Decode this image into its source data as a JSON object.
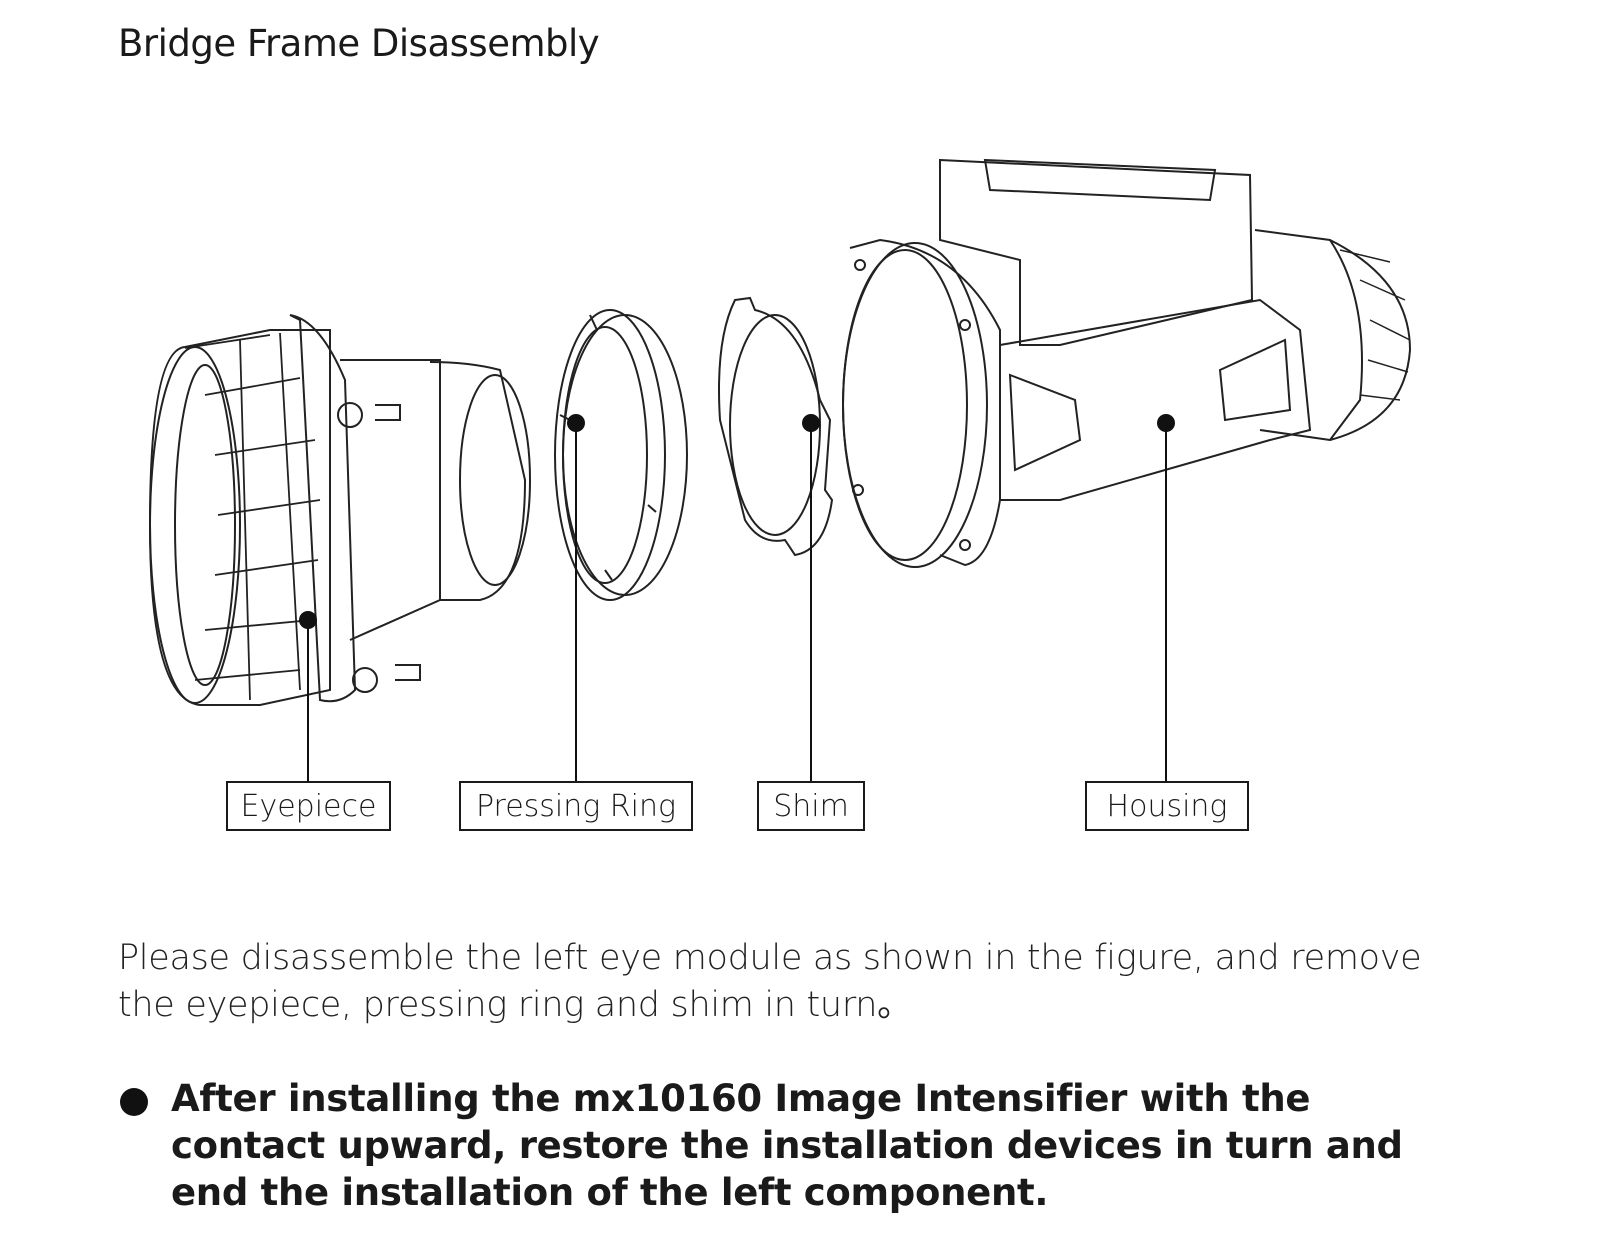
{
  "title": "Bridge Frame Disassembly",
  "labels": {
    "eyepiece": "Eyepiece",
    "pressing_ring": "Pressing Ring",
    "shim": "Shim",
    "housing": "Housing"
  },
  "instruction": "Please disassemble the left eye module as shown in the figure, and remove the eyepiece, pressing ring and shim in turn。",
  "note": "After installing the mx10160 Image Intensifier with the contact upward, restore the installation devices in turn and end the installation of the left component."
}
